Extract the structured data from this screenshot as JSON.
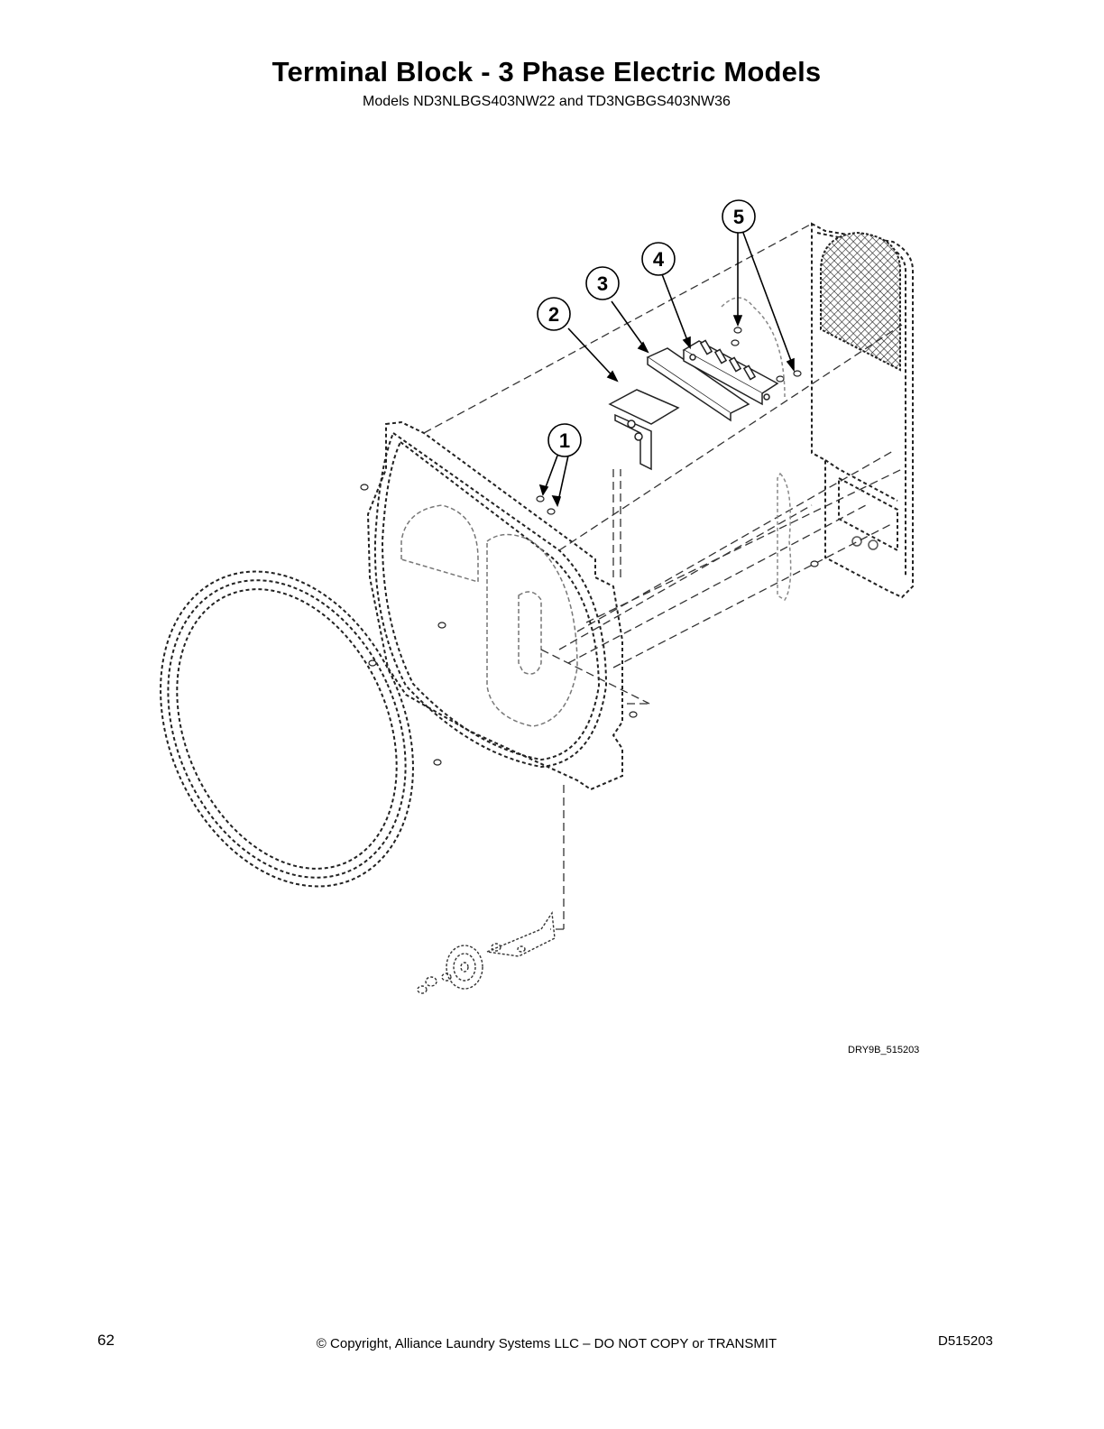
{
  "header": {
    "title": "Terminal Block - 3 Phase Electric Models",
    "subtitle": "Models ND3NLBGS403NW22 and TD3NGBGS403NW36"
  },
  "diagram": {
    "callouts": [
      "1",
      "2",
      "3",
      "4",
      "5"
    ],
    "figure_id": "DRY9B_515203"
  },
  "footer": {
    "page_number": "62",
    "copyright": "© Copyright, Alliance Laundry Systems LLC – DO NOT COPY or TRANSMIT",
    "doc_code": "D515203"
  }
}
